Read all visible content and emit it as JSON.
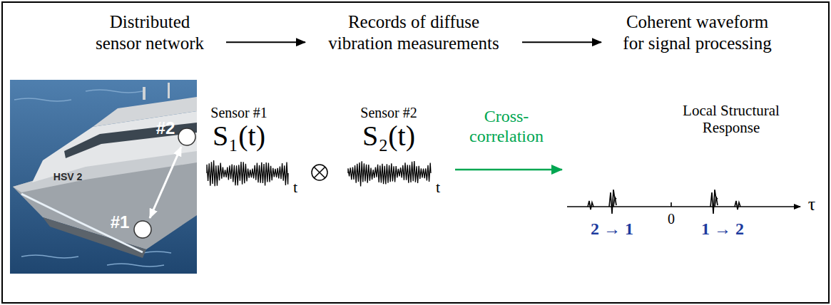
{
  "diagram": {
    "nodes": [
      {
        "text": [
          "Distributed sensor network"
        ]
      },
      {
        "text": [
          "Records of diffuse vibration measurements"
        ]
      },
      {
        "text": [
          "Coherent waveform for signal processing"
        ]
      }
    ],
    "edges": [
      {
        "from": 0,
        "to": 1,
        "arrow": "to"
      },
      {
        "from": 1,
        "to": 2,
        "arrow": "to"
      }
    ],
    "labels": [
      "#1",
      "#2",
      "HSV 2",
      "Sensor #1",
      "S₁(t)",
      "t",
      "Sensor #2",
      "S₂(t)",
      "t",
      "Cross-correlation",
      "Local Structural Response",
      "τ",
      "0",
      "2 → 1",
      "1 → 2"
    ]
  }
}
